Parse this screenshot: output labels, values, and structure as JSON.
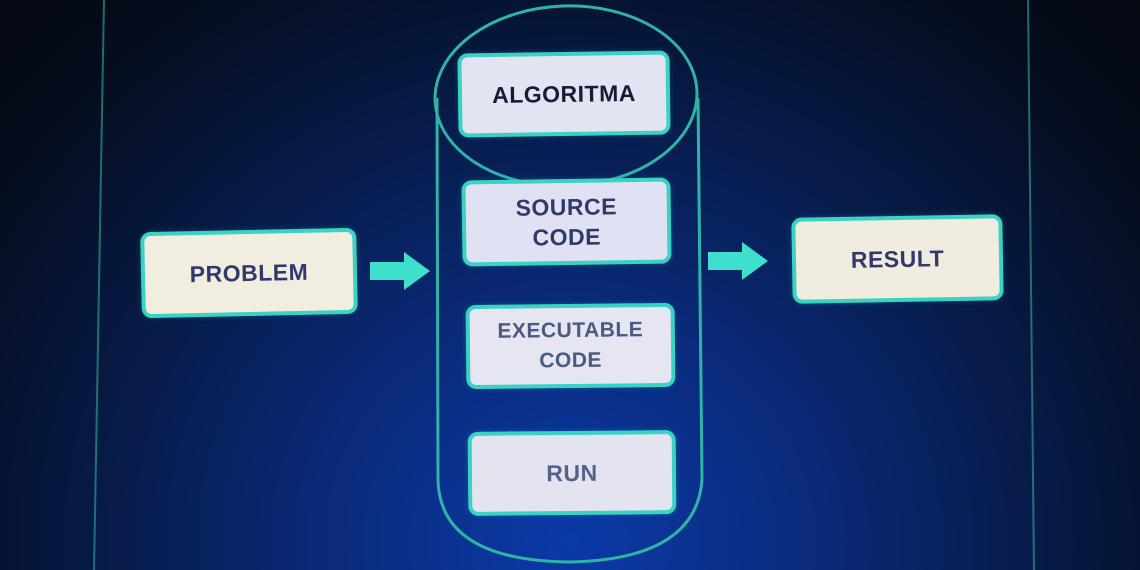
{
  "diagram": {
    "input": "PROBLEM",
    "output": "RESULT",
    "stages": [
      {
        "lines": [
          "ALGORITMA"
        ]
      },
      {
        "lines": [
          "SOURCE",
          "CODE"
        ]
      },
      {
        "lines": [
          "EXECUTABLE",
          "CODE"
        ]
      },
      {
        "lines": [
          "RUN"
        ]
      }
    ]
  },
  "colors": {
    "accent": "#3ad3c3",
    "box_fill": "#e3e4f2",
    "box_text": "#2f3a6a",
    "background": "#0a2a7a"
  }
}
